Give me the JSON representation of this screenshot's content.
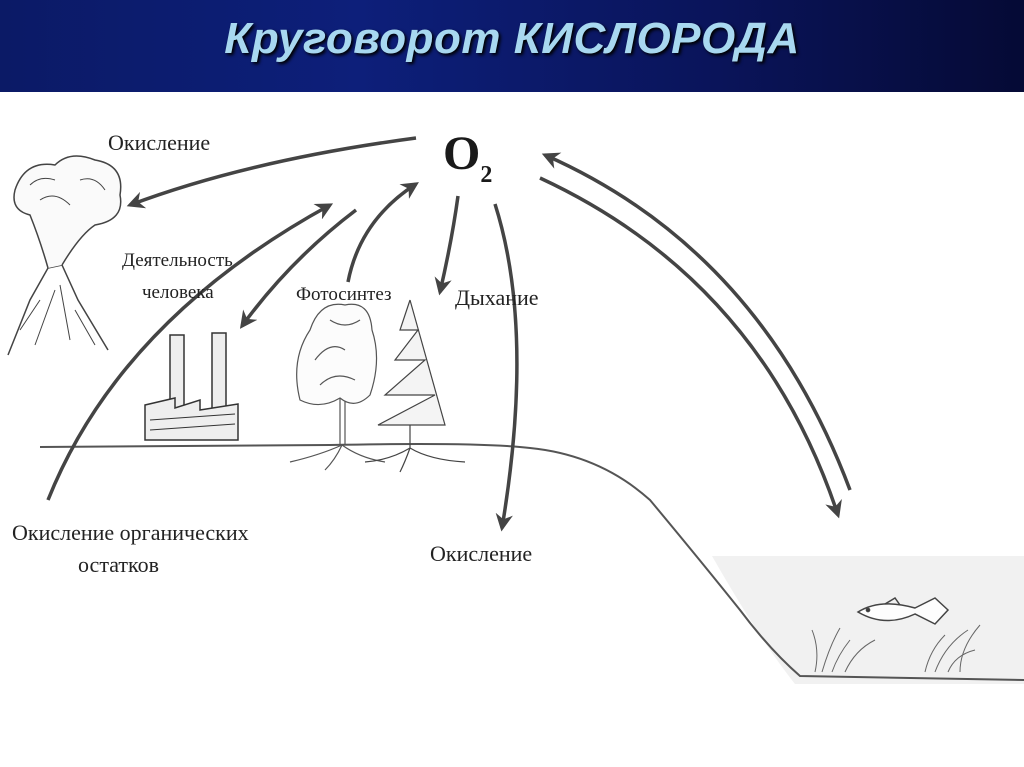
{
  "title": "Круговорот КИСЛОРОДА",
  "o2": {
    "symbol": "O",
    "subscript": "2"
  },
  "labels": {
    "oxidation_top": "Окисление",
    "human_activity_1": "Деятельность",
    "human_activity_2": "человека",
    "photosynthesis": "Фотосинтез",
    "respiration": "Дыхание",
    "organic_oxidation_1": "Окисление органических",
    "organic_oxidation_2": "остатков",
    "oxidation_bottom": "Окисление"
  },
  "colors": {
    "header_bg": "#0b1a66",
    "title_text": "#a8d8f0",
    "ink": "#333333",
    "water": "#f0f0f0"
  }
}
